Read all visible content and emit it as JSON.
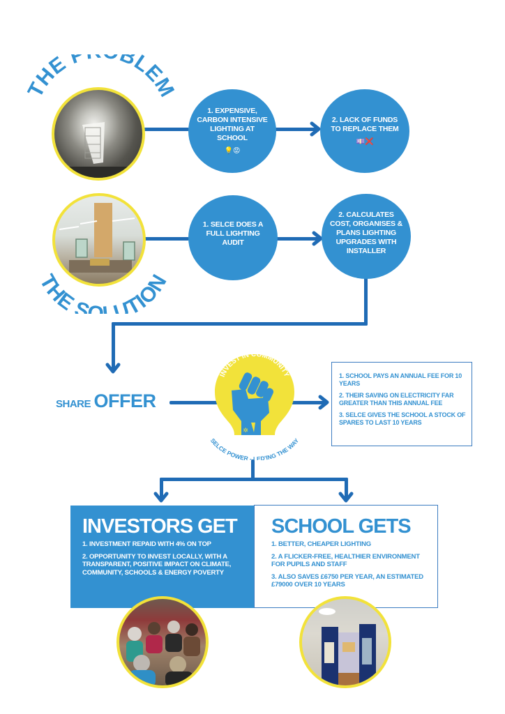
{
  "colors": {
    "primary_blue": "#3391d1",
    "line_blue": "#1f6bb5",
    "accent_yellow": "#f2e23a",
    "emoji_red": "#e53935"
  },
  "problem": {
    "title": "THE PROBLEM",
    "photo": "fluorescent-ceiling-light-photo",
    "steps": [
      {
        "text": "1. EXPENSIVE, CARBON INTENSIVE LIGHTING AT SCHOOL",
        "icons": [
          "lightbulb-icon",
          "angry-face-icon"
        ],
        "emoji": "💡😡"
      },
      {
        "text": "2. LACK OF FUNDS TO REPLACE THEM",
        "icons": [
          "money-icon",
          "cross-mark-icon"
        ],
        "emoji": "💷❌"
      }
    ]
  },
  "solution": {
    "title": "THE SOLUTION",
    "photo": "classroom-photo",
    "steps": [
      {
        "text": "1. SELCE DOES A FULL LIGHTING AUDIT"
      },
      {
        "text": "2. CALCULATES COST, ORGANISES & PLANS LIGHTING UPGRADES WITH INSTALLER"
      }
    ]
  },
  "share_offer": {
    "label_small": "SHARE",
    "label_large": "OFFER",
    "logo": {
      "arc_top": "INVEST IN COMMUNITY",
      "arc_bottom": "SELCE POWER - LED'ING THE WAY",
      "icon": "raised-fist-lightbulb-icon"
    },
    "terms": [
      "1. SCHOOL PAYS AN ANNUAL FEE FOR 10 YEARS",
      "2. THEIR SAVING ON ELECTRICITY FAR GREATER THAN THIS ANNUAL FEE",
      "3. SELCE  GIVES THE SCHOOL A STOCK OF SPARES TO LAST 10 YEARS"
    ]
  },
  "investors": {
    "title": "INVESTORS GET",
    "items": [
      "1. INVESTMENT REPAID WITH 4% ON TOP",
      "2. OPPORTUNITY TO INVEST LOCALLY, WITH A TRANSPARENT, POSITIVE IMPACT ON CLIMATE, COMMUNITY, SCHOOLS & ENERGY POVERTY"
    ],
    "photo": "community-meeting-photo"
  },
  "school": {
    "title": "SCHOOL GETS",
    "items": [
      "1.  BETTER, CHEAPER LIGHTING",
      "2. A FLICKER-FREE, HEALTHIER ENVIRONMENT FOR PUPILS AND STAFF",
      "3. ALSO SAVES £6750 PER YEAR, AN ESTIMATED £79000 OVER 10 YEARS"
    ],
    "photo": "school-hall-doors-photo"
  }
}
